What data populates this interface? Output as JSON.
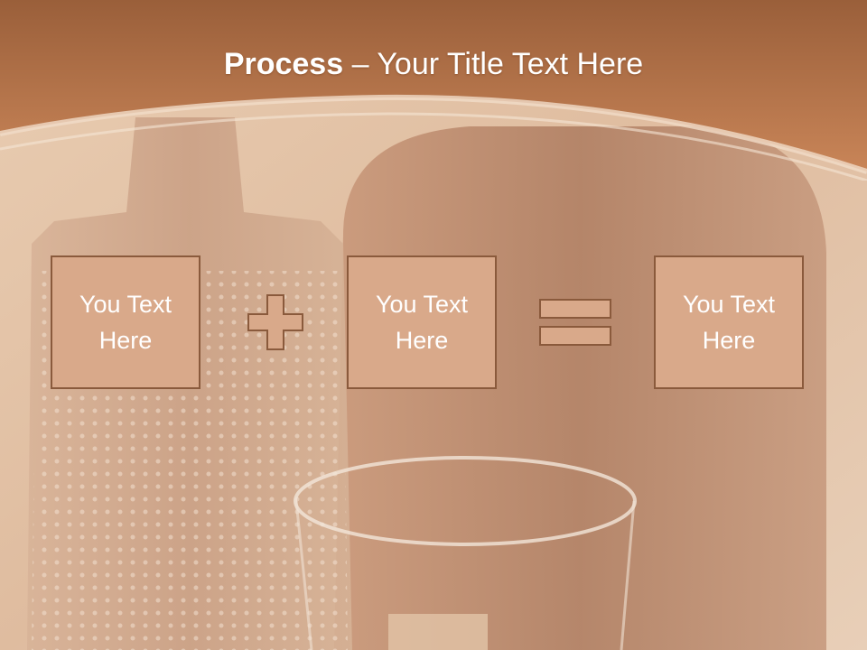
{
  "slide": {
    "title_bold": "Process",
    "title_dash": "–",
    "title_rest": "Your Title Text Here",
    "boxes": [
      {
        "line1": "You Text",
        "line2": "Here"
      },
      {
        "line1": "You Text",
        "line2": "Here"
      },
      {
        "line1": "You Text",
        "line2": "Here"
      }
    ],
    "operators": [
      "plus-icon",
      "equals-icon"
    ]
  },
  "colors": {
    "header": "#b8754a",
    "box_fill": "#d9a98a",
    "box_border": "#8a5a3c",
    "text": "#ffffff"
  }
}
